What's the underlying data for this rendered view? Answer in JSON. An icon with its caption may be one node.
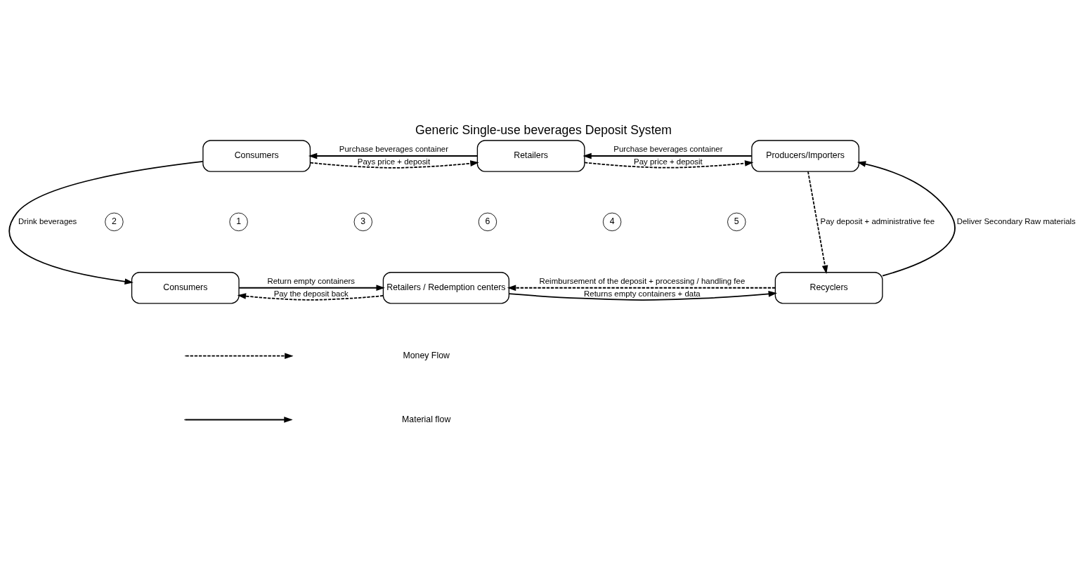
{
  "diagram": {
    "title": "Generic Single-use beverages Deposit System",
    "nodes": [
      {
        "text": [
          "Consumers"
        ]
      },
      {
        "text": [
          "Retailers"
        ]
      },
      {
        "text": [
          "Producers/Importers"
        ]
      },
      {
        "text": [
          "Consumers"
        ]
      },
      {
        "text": [
          "Retailers / Redemption centers"
        ]
      },
      {
        "text": [
          "Recyclers"
        ]
      },
      {
        "text": [
          "2"
        ]
      },
      {
        "text": [
          "1"
        ]
      },
      {
        "text": [
          "3"
        ]
      },
      {
        "text": [
          "6"
        ]
      },
      {
        "text": [
          "4"
        ]
      },
      {
        "text": [
          "5"
        ]
      }
    ],
    "edges": [
      {
        "from": 2,
        "to": 1,
        "arrow": "to",
        "label": "Purchase beverages container"
      },
      {
        "from": 1,
        "to": 0,
        "arrow": "to",
        "label": "Purchase beverages container"
      },
      {
        "from": 0,
        "to": 1,
        "arrow": "to",
        "label": "Pays price + deposit",
        "style": "dashed"
      },
      {
        "from": 1,
        "to": 2,
        "arrow": "to",
        "label": "Pay price + deposit",
        "style": "dashed"
      },
      {
        "from": 0,
        "to": 3,
        "arrow": "to",
        "label": "Drink beverages"
      },
      {
        "from": 2,
        "to": 5,
        "arrow": "to",
        "label": "Pay deposit + administrative fee",
        "style": "dashed"
      },
      {
        "from": 5,
        "to": 2,
        "arrow": "to",
        "label": "Deliver Secondary Raw materials"
      },
      {
        "from": 3,
        "to": 4,
        "arrow": "to",
        "label": "Return empty containers"
      },
      {
        "from": 4,
        "to": 5,
        "arrow": "to",
        "label": "Returns empty containers + data"
      },
      {
        "from": 5,
        "to": 4,
        "arrow": "to",
        "label": "Reimbursement of the deposit + processing / handling fee",
        "style": "dashed"
      },
      {
        "from": 4,
        "to": 3,
        "arrow": "to",
        "label": "Pay the deposit back",
        "style": "dashed"
      }
    ],
    "legend": [
      {
        "text": "Money Flow"
      },
      {
        "text": "Material flow"
      }
    ]
  }
}
